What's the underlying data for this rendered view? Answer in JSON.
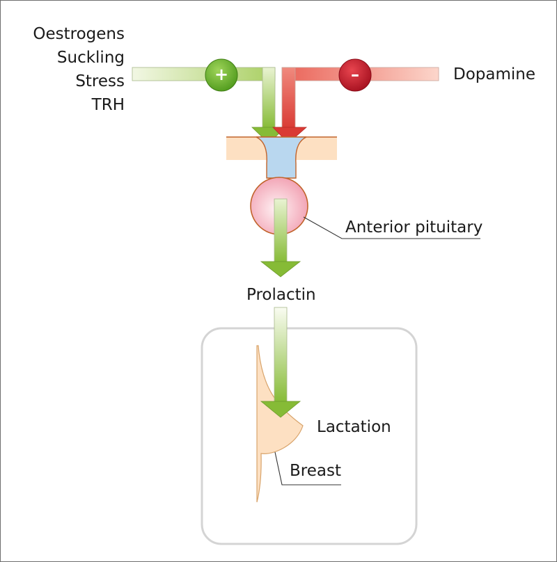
{
  "stimulators": {
    "items": [
      "Oestrogens",
      "Suckling",
      "Stress",
      "TRH"
    ],
    "sign": "+"
  },
  "inhibitor": {
    "label": "Dopamine",
    "sign": "–"
  },
  "labels": {
    "anterior_pituitary": "Anterior pituitary",
    "prolactin": "Prolactin",
    "lactation": "Lactation",
    "breast": "Breast"
  },
  "colors": {
    "stimulate_arrow": "#8fc23f",
    "inhibit_arrow": "#e8524a",
    "plus_circle": "#6aaa2a",
    "minus_circle": "#c4182e",
    "pituitary": "#f4b6c2",
    "portal_vessel": "#b9d7ef",
    "tissue": "#fde0c2"
  }
}
